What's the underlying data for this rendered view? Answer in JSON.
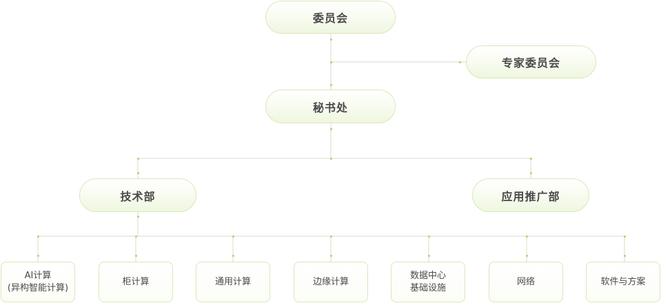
{
  "nodes": {
    "committee": "委员会",
    "expert_committee": "专家委员会",
    "secretariat": "秘书处",
    "tech_dept": "技术部",
    "promo_dept": "应用推广部"
  },
  "leaves": [
    {
      "line1": "AI计算",
      "line2": "(异构智能计算)"
    },
    {
      "line1": "柜计算",
      "line2": ""
    },
    {
      "line1": "通用计算",
      "line2": ""
    },
    {
      "line1": "边缘计算",
      "line2": ""
    },
    {
      "line1": "数据中心",
      "line2": "基础设施"
    },
    {
      "line1": "网络",
      "line2": ""
    },
    {
      "line1": "软件与方案",
      "line2": ""
    }
  ],
  "colors": {
    "line": "#d8dccb",
    "dot": "#b7cc6e",
    "border": "#d9e8b8",
    "text": "#4a4a4a"
  }
}
